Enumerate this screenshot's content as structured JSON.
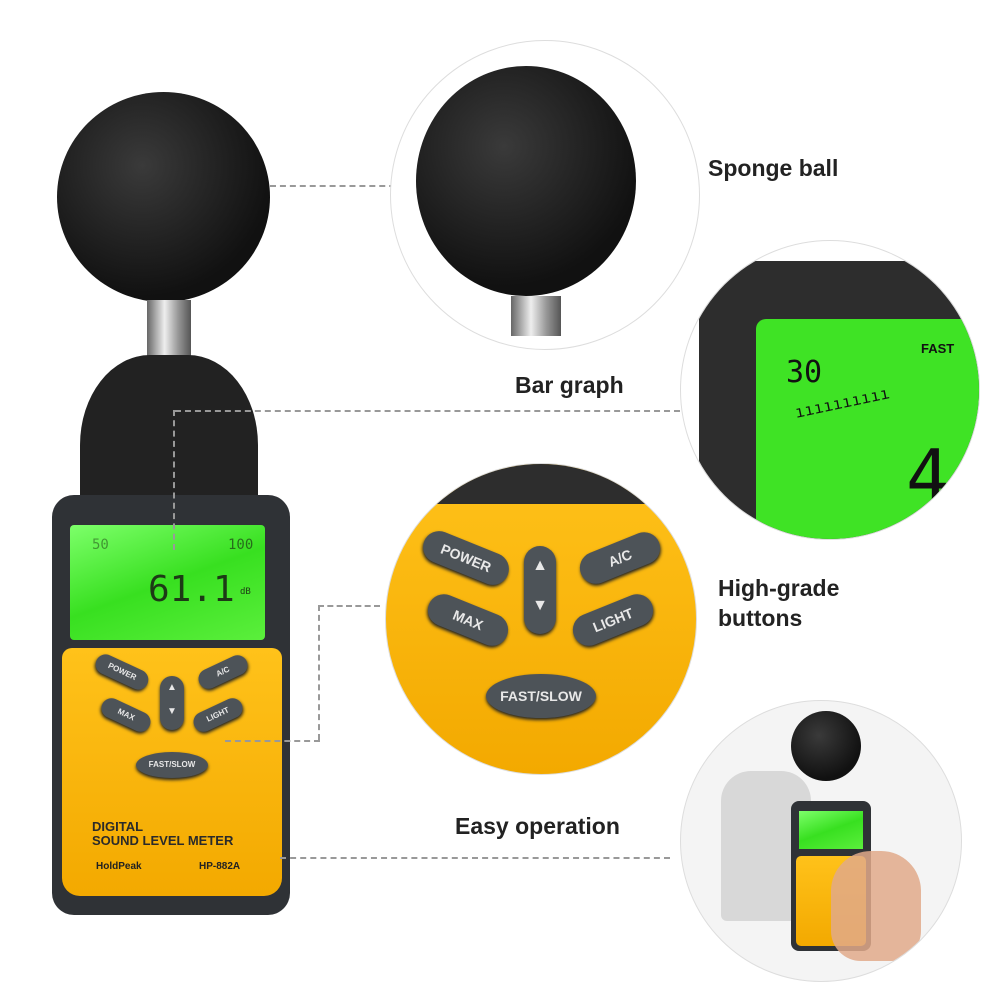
{
  "device": {
    "screen": {
      "left_reading": "50",
      "right_reading": "100",
      "value": "61.1",
      "unit": "dB"
    },
    "buttons": {
      "power": "POWER",
      "ac": "A/C",
      "max": "MAX",
      "light": "LIGHT",
      "fast_slow": "FAST/SLOW"
    },
    "title_line1": "DIGITAL",
    "title_line2": "SOUND LEVEL METER",
    "brand": "HoldPeak",
    "model": "HP-882A"
  },
  "features": [
    {
      "label": "Sponge ball"
    },
    {
      "label": "Bar graph",
      "lcd": {
        "reading": "30",
        "mode": "FAST",
        "digits": "4"
      }
    },
    {
      "label_line1": "High-grade",
      "label_line2": "buttons"
    },
    {
      "label": "Easy operation"
    }
  ],
  "colors": {
    "yellow": "#f7b200",
    "lcd_green": "#3fe325",
    "body": "#2f3236"
  }
}
